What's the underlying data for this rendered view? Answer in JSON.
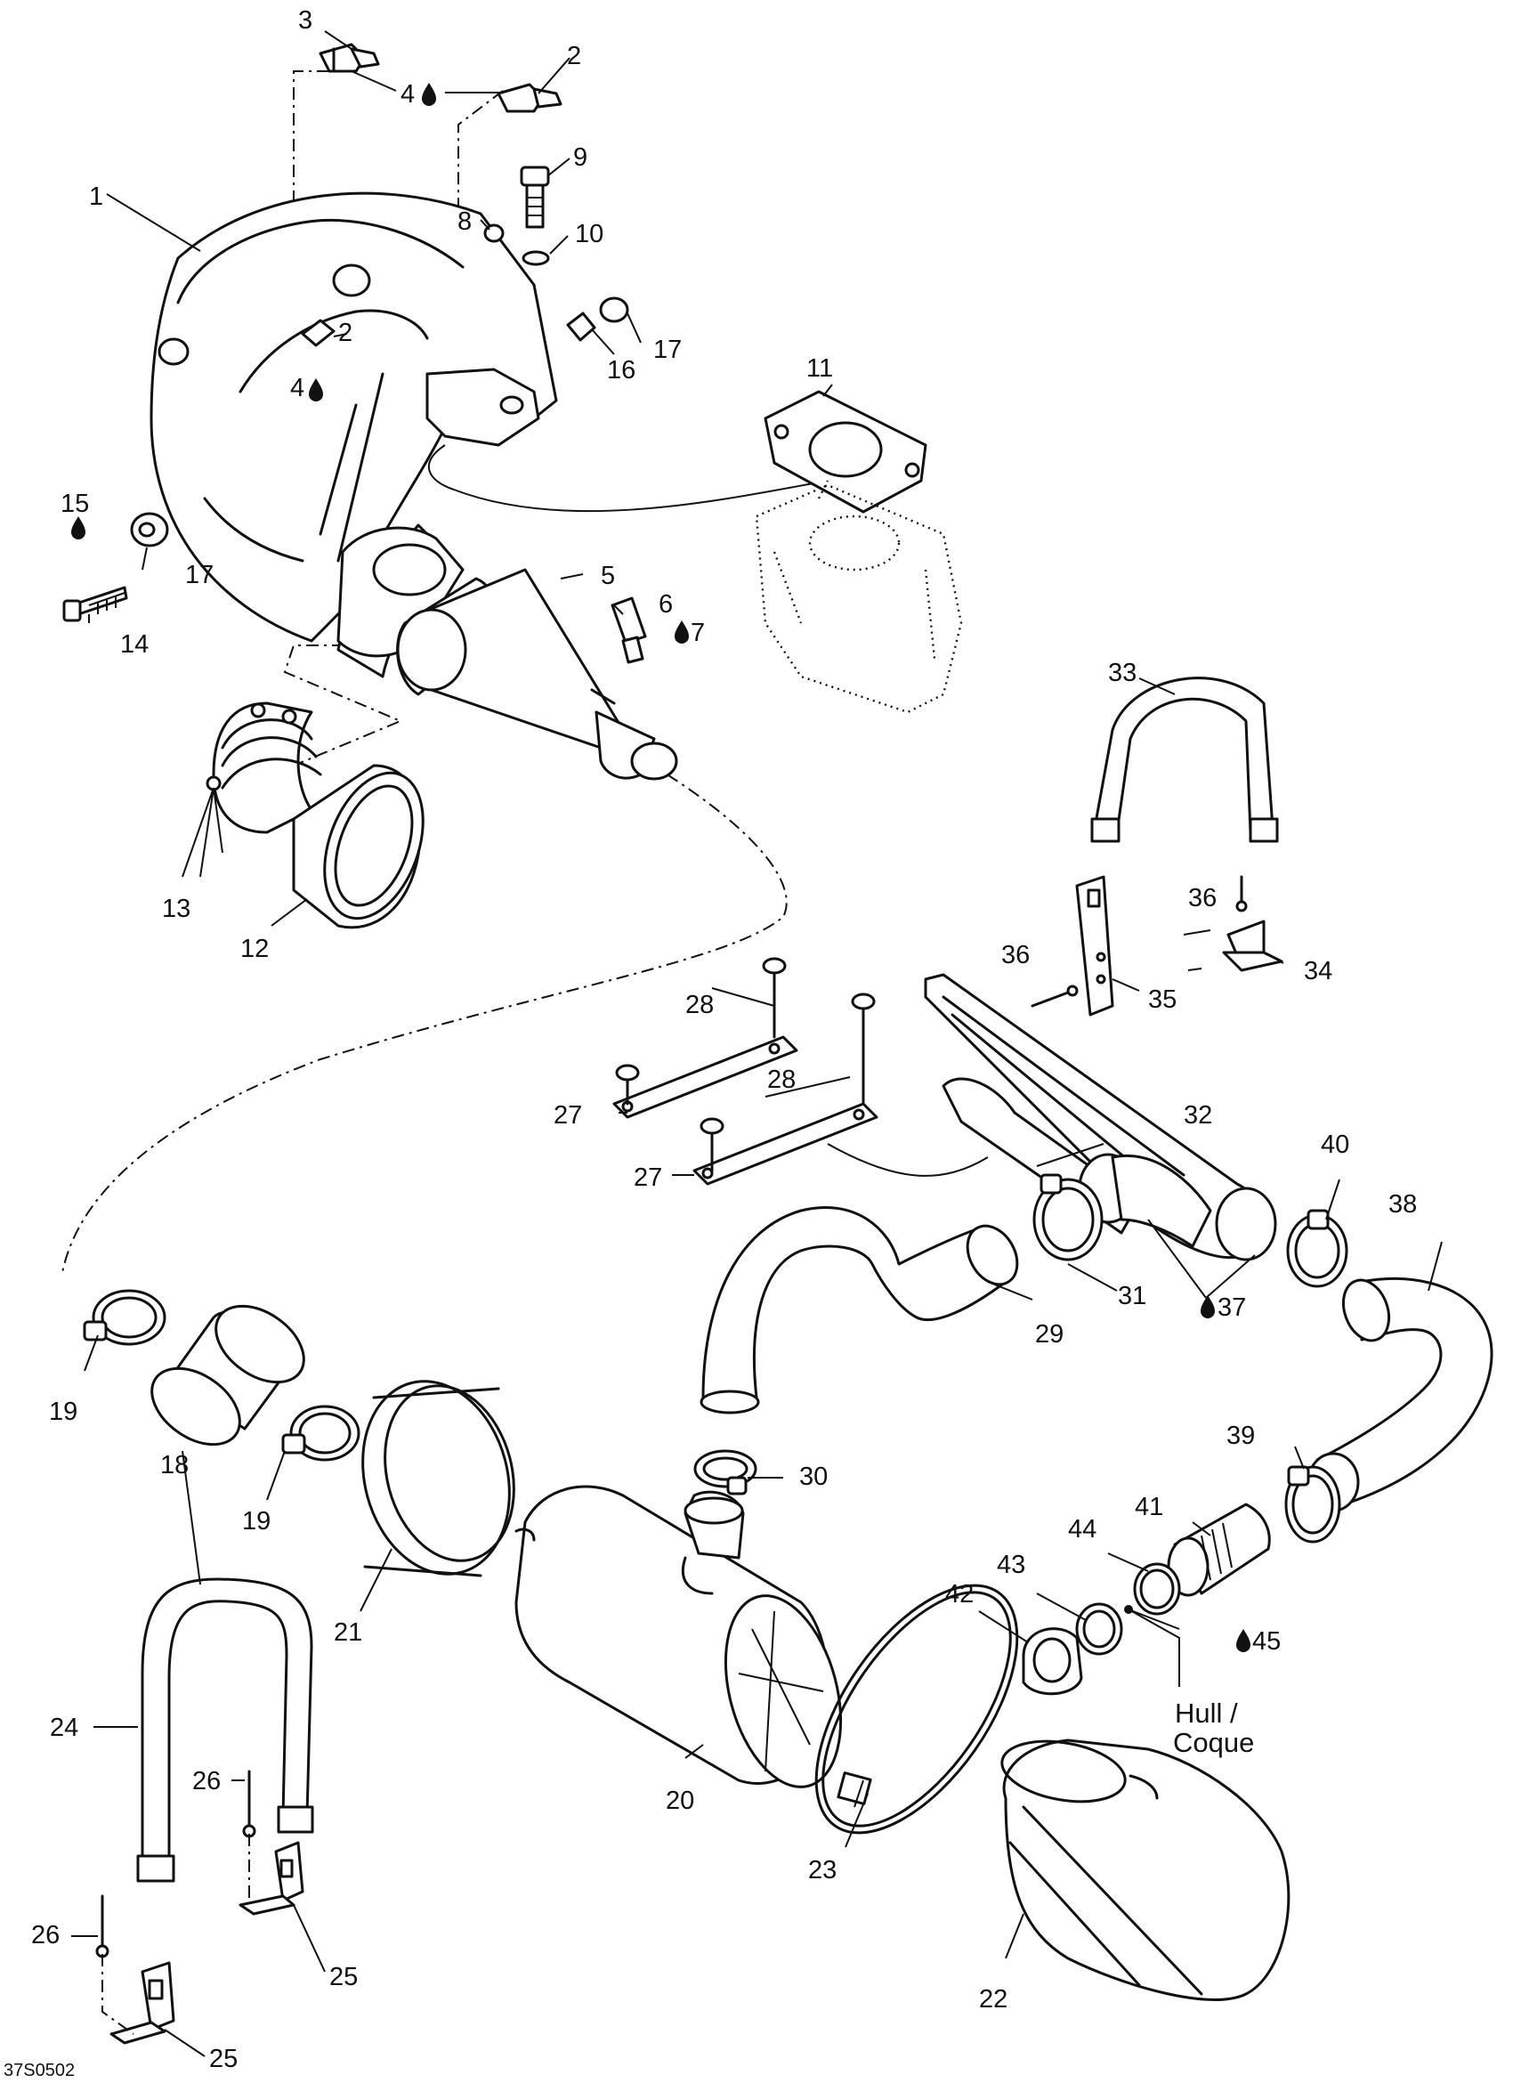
{
  "diagram_code": "37S0502",
  "hull_note": {
    "line1": "Hull /",
    "line2": "Coque"
  },
  "callouts": {
    "c1": "1",
    "c2a": "2",
    "c2b": "2",
    "c3": "3",
    "c4a": "4",
    "c4b": "4",
    "c5": "5",
    "c6": "6",
    "c7": "7",
    "c8": "8",
    "c9": "9",
    "c10": "10",
    "c11": "11",
    "c12": "12",
    "c13": "13",
    "c14": "14",
    "c15": "15",
    "c16": "16",
    "c17a": "17",
    "c17b": "17",
    "c18": "18",
    "c19a": "19",
    "c19b": "19",
    "c20": "20",
    "c21": "21",
    "c22": "22",
    "c23": "23",
    "c24": "24",
    "c25a": "25",
    "c25b": "25",
    "c26a": "26",
    "c26b": "26",
    "c27a": "27",
    "c27b": "27",
    "c28a": "28",
    "c28b": "28",
    "c29": "29",
    "c30": "30",
    "c31": "31",
    "c32": "32",
    "c33": "33",
    "c34": "34",
    "c35": "35",
    "c36a": "36",
    "c36b": "36",
    "c37": "37",
    "c38": "38",
    "c39": "39",
    "c40": "40",
    "c41": "41",
    "c42": "42",
    "c43": "43",
    "c44": "44",
    "c45": "45"
  },
  "icons": {
    "lubricant": "oil-drop-icon"
  }
}
